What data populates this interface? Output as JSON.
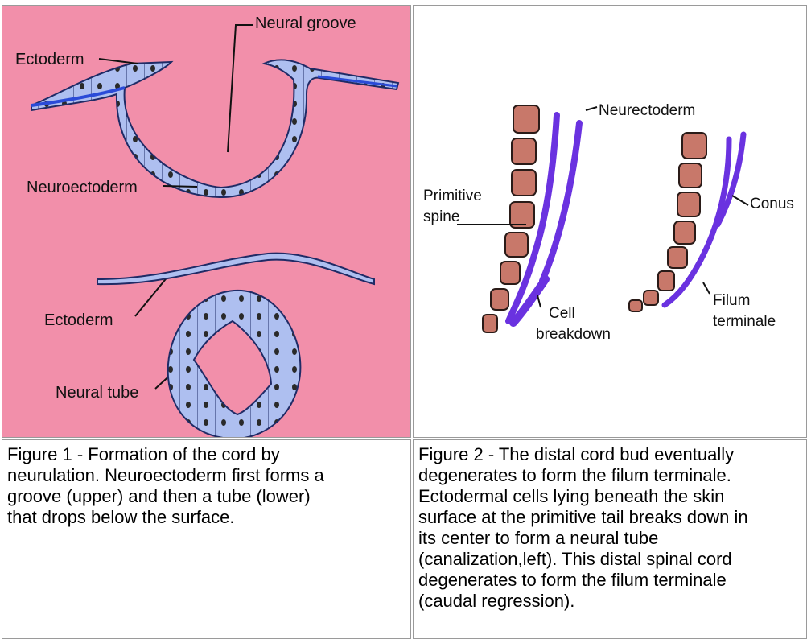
{
  "figure1": {
    "labels": {
      "neural_groove": "Neural groove",
      "ectoderm_top": "Ectoderm",
      "neuroectoderm": "Neuroectoderm",
      "ectoderm_bottom": "Ectoderm",
      "neural_tube": "Neural tube"
    },
    "caption": "Figure 1 - Formation of the cord by\nneurulation. Neuroectoderm first forms a\ngroove (upper) and then a tube (lower)\nthat drops below the surface."
  },
  "figure2": {
    "labels": {
      "neurectoderm": "Neurectoderm",
      "primitive": "Primitive",
      "spine": "spine",
      "cell": "Cell",
      "breakdown": "breakdown",
      "conus": "Conus",
      "filum": "Filum",
      "terminale": "terminale"
    },
    "caption": "Figure 2 - The distal cord bud eventually\ndegenerates to form the filum terminale.\nEctodermal cells lying beneath the skin\nsurface at the primitive tail breaks down in\nits center to form a neural tube\n(canalization,left). This distal spinal cord\ndegenerates to form the filum terminale\n(caudal regression)."
  },
  "colors": {
    "panel_background": "#f28faa",
    "tissue_fill": "#aebff0",
    "tissue_stroke": "#1f2b66",
    "vertebra_fill": "#c8786a",
    "neural_purple": "#6a32e0"
  }
}
